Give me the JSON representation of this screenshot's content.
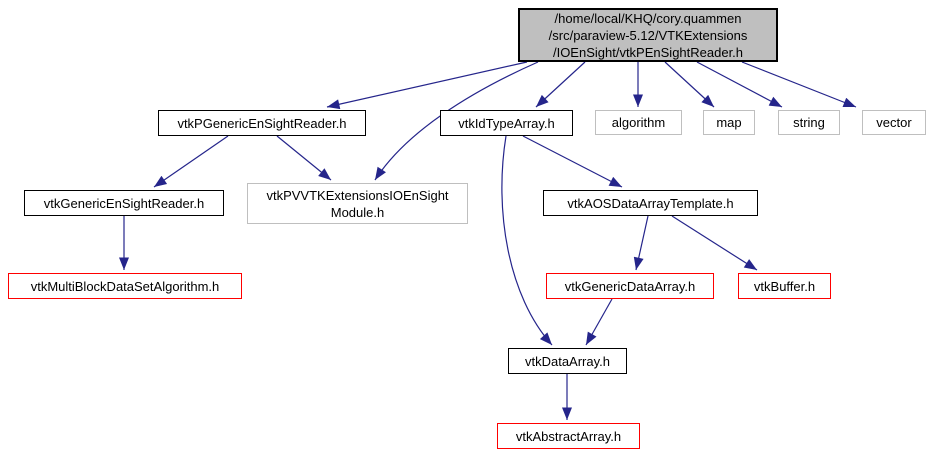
{
  "graph": {
    "colors": {
      "edge": "#25258b",
      "current_node_fill": "#bfbfbf",
      "linked_node_border": "#000000",
      "external_node_border": "#bfbfbf",
      "unresolved_node_border": "#ff0000"
    },
    "nodes": {
      "main": {
        "lines": [
          "/home/local/KHQ/cory.quammen",
          "/src/paraview-5.12/VTKExtensions",
          "/IOEnSight/vtkPEnSightReader.h"
        ]
      },
      "pgeneric": {
        "label": "vtkPGenericEnSightReader.h"
      },
      "idtype": {
        "label": "vtkIdTypeArray.h"
      },
      "algorithm": {
        "label": "algorithm"
      },
      "map": {
        "label": "map"
      },
      "string": {
        "label": "string"
      },
      "vector": {
        "label": "vector"
      },
      "generic": {
        "label": "vtkGenericEnSightReader.h"
      },
      "module": {
        "lines": [
          "vtkPVVTKExtensionsIOEnSight",
          "Module.h"
        ]
      },
      "aos": {
        "label": "vtkAOSDataArrayTemplate.h"
      },
      "multiblock": {
        "label": "vtkMultiBlockDataSetAlgorithm.h"
      },
      "genericdata": {
        "label": "vtkGenericDataArray.h"
      },
      "buffer": {
        "label": "vtkBuffer.h"
      },
      "dataarray": {
        "label": "vtkDataArray.h"
      },
      "abstract": {
        "label": "vtkAbstractArray.h"
      }
    },
    "edges": [
      {
        "from": "vtkPEnSightReader.h",
        "to": "vtkPGenericEnSightReader.h"
      },
      {
        "from": "vtkPEnSightReader.h",
        "to": "vtkPVVTKExtensionsIOEnSightModule.h"
      },
      {
        "from": "vtkPEnSightReader.h",
        "to": "vtkIdTypeArray.h"
      },
      {
        "from": "vtkPEnSightReader.h",
        "to": "algorithm"
      },
      {
        "from": "vtkPEnSightReader.h",
        "to": "map"
      },
      {
        "from": "vtkPEnSightReader.h",
        "to": "string"
      },
      {
        "from": "vtkPEnSightReader.h",
        "to": "vector"
      },
      {
        "from": "vtkPGenericEnSightReader.h",
        "to": "vtkGenericEnSightReader.h"
      },
      {
        "from": "vtkPGenericEnSightReader.h",
        "to": "vtkPVVTKExtensionsIOEnSightModule.h"
      },
      {
        "from": "vtkGenericEnSightReader.h",
        "to": "vtkMultiBlockDataSetAlgorithm.h"
      },
      {
        "from": "vtkIdTypeArray.h",
        "to": "vtkAOSDataArrayTemplate.h"
      },
      {
        "from": "vtkIdTypeArray.h",
        "to": "vtkDataArray.h"
      },
      {
        "from": "vtkAOSDataArrayTemplate.h",
        "to": "vtkGenericDataArray.h"
      },
      {
        "from": "vtkAOSDataArrayTemplate.h",
        "to": "vtkBuffer.h"
      },
      {
        "from": "vtkGenericDataArray.h",
        "to": "vtkDataArray.h"
      },
      {
        "from": "vtkDataArray.h",
        "to": "vtkAbstractArray.h"
      }
    ]
  }
}
